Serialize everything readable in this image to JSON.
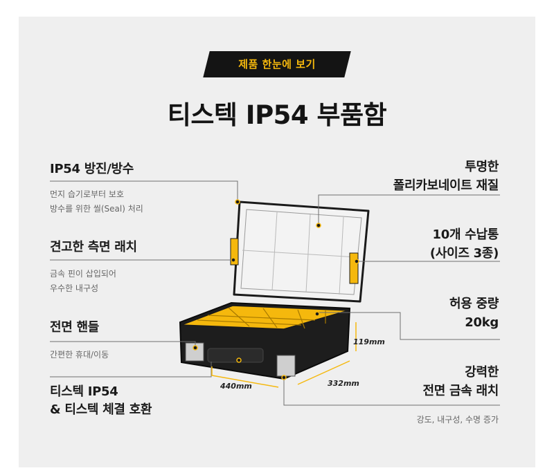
{
  "badge": {
    "text": "제품 한눈에 보기"
  },
  "title": "티스텍 IP54 부품함",
  "left_features": [
    {
      "title": "IP54 방진/방수",
      "desc_lines": [
        "먼지 습기로부터 보호",
        "방수를 위한 씰(Seal) 처리"
      ]
    },
    {
      "title": "견고한 측면 래치",
      "desc_lines": [
        "금속 핀이 삽입되어",
        "우수한 내구성"
      ]
    },
    {
      "title": "전면 핸들",
      "desc_lines": [
        "간편한 휴대/이동"
      ]
    },
    {
      "title_lines": [
        "티스텍 IP54",
        "& 티스텍 체결 호환"
      ]
    }
  ],
  "right_features": [
    {
      "title_lines": [
        "투명한",
        "폴리카보네이트 재질"
      ]
    },
    {
      "title_lines": [
        "10개 수납통",
        "(사이즈 3종)"
      ]
    },
    {
      "title_lines": [
        "허용 중량",
        "20kg"
      ]
    },
    {
      "title_lines": [
        "강력한",
        "전면 금속 래치"
      ],
      "desc": "강도, 내구성, 수명 증가"
    }
  ],
  "dimensions": {
    "width": "440mm",
    "depth": "332mm",
    "height": "119mm"
  },
  "colors": {
    "accent": "#f5b80d",
    "dark": "#141414",
    "panel": "#efefef"
  }
}
